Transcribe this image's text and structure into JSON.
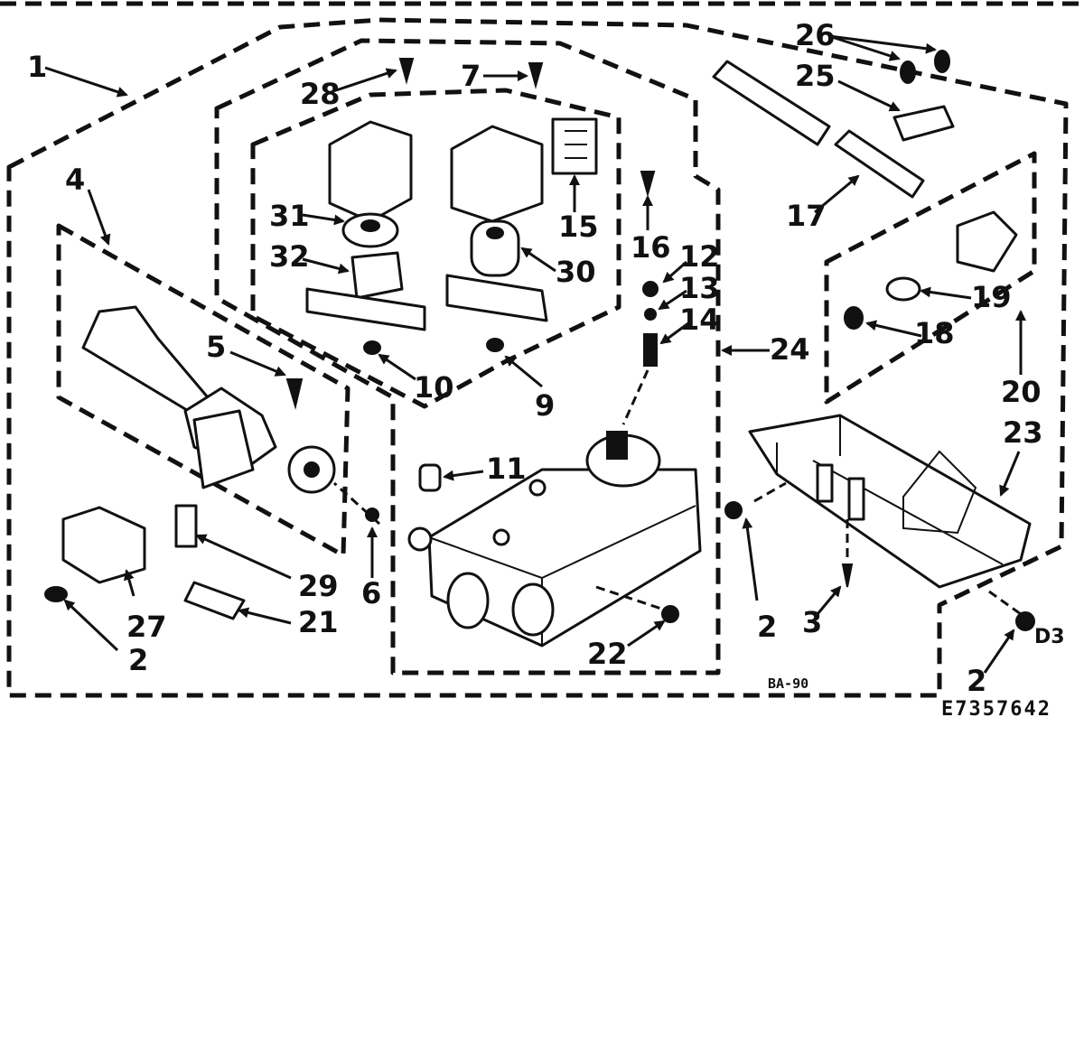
{
  "diagram": {
    "callouts": [
      "1",
      "4",
      "5",
      "28",
      "7",
      "26",
      "25",
      "17",
      "31",
      "32",
      "15",
      "16",
      "30",
      "12",
      "13",
      "14",
      "24",
      "19",
      "18",
      "20",
      "23",
      "10",
      "9",
      "11",
      "29",
      "6",
      "21",
      "27",
      "2",
      "22",
      "2",
      "3",
      "2",
      "D3"
    ],
    "view_code": "BA-90",
    "drawing_number": "E7357642"
  }
}
